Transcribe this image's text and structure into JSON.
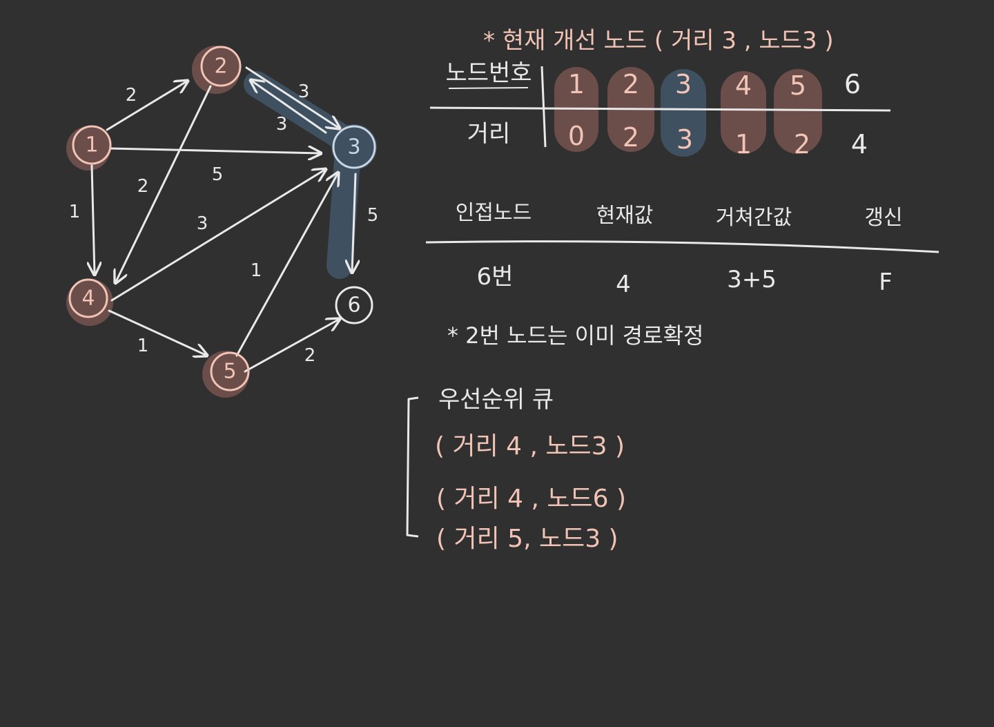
{
  "graph": {
    "nodes": [
      {
        "id": "1",
        "label": "1",
        "status": "visited"
      },
      {
        "id": "2",
        "label": "2",
        "status": "visited"
      },
      {
        "id": "3",
        "label": "3",
        "status": "current"
      },
      {
        "id": "4",
        "label": "4",
        "status": "visited"
      },
      {
        "id": "5",
        "label": "5",
        "status": "visited"
      },
      {
        "id": "6",
        "label": "6",
        "status": "unvisited"
      }
    ],
    "edges": [
      {
        "from": "1",
        "to": "2",
        "weight": "2"
      },
      {
        "from": "1",
        "to": "3",
        "weight": "5"
      },
      {
        "from": "1",
        "to": "4",
        "weight": "1"
      },
      {
        "from": "2",
        "to": "3",
        "weight": "3"
      },
      {
        "from": "3",
        "to": "2",
        "weight": "3"
      },
      {
        "from": "2",
        "to": "4",
        "weight": "2"
      },
      {
        "from": "4",
        "to": "3",
        "weight": "3"
      },
      {
        "from": "4",
        "to": "5",
        "weight": "1"
      },
      {
        "from": "5",
        "to": "3",
        "weight": "1"
      },
      {
        "from": "5",
        "to": "6",
        "weight": "2"
      },
      {
        "from": "3",
        "to": "6",
        "weight": "5"
      }
    ],
    "highlighted_path": [
      "2",
      "3",
      "6"
    ]
  },
  "current_node_title": "* 현재 개선 노드 ( 거리 3 , 노드3 )",
  "distance_table": {
    "row_headers": [
      "노드번호",
      "거리"
    ],
    "nodes": [
      "1",
      "2",
      "3",
      "4",
      "5",
      "6"
    ],
    "distances": [
      "0",
      "2",
      "3",
      "1",
      "2",
      "4"
    ]
  },
  "adjacency_table": {
    "headers": [
      "인접노드",
      "현재값",
      "거쳐간값",
      "갱신"
    ],
    "rows": [
      {
        "node": "6번",
        "current": "4",
        "via": "3+5",
        "update": "F"
      }
    ]
  },
  "note": "* 2번 노드는 이미 경로확정",
  "priority_queue": {
    "title": "우선순위 큐",
    "items": [
      "( 거리 4 , 노드3 )",
      "( 거리 4 , 노드6 )",
      "( 거리 5, 노드3 )"
    ]
  },
  "colors": {
    "background": "#303030",
    "chalk": "#e9e9e9",
    "pink_text": "#f2c4b6",
    "visited": "#6b4d4a",
    "current": "#3f5060"
  }
}
